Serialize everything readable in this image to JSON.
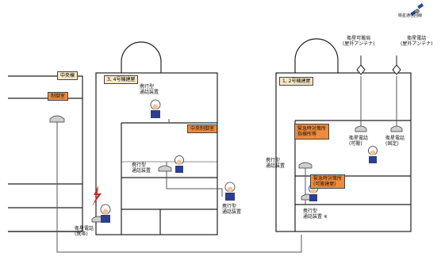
{
  "diagram": {
    "labels": {
      "central_bldg": "中央棟",
      "control_room": "制御室",
      "bldg_34": "3, 4号機建屋",
      "bldg_12": "1, 2号機建屋",
      "control_room_34": "中央制御室",
      "control_room_12": "緊急時対策所\n指揮所等",
      "satellite": "衛星通信回線",
      "sat_phone_mobile_antenna": "衛星可搬局\n(屋外アンテナ)",
      "sat_phone_antenna": "衛星電話\n(屋外アンテナ)",
      "sat_phone_mobile": "衛星電話\n(可搬)",
      "sat_phone_fixed": "衛星電話\n(固定)",
      "portable_comm_1": "携行型\n通話装置",
      "portable_comm_2": "携行型\n通話装置",
      "portable_comm_3": "携行型\n通話装置",
      "portable_comm_4": "携行型\n通話装置",
      "portable_comm_5": "携行型\n通話装置 ※",
      "sat_phone_portable": "衛星電話\n(携帯)",
      "emergency_room": "緊急時対策所\n(可搬建屋)"
    },
    "colors": {
      "tag_beige": "#f7e7c4",
      "tag_orange": "#f08a3c",
      "person_helmet": "#ffffff",
      "person_body": "#2b3f8c",
      "person_face": "#f2c49b",
      "lightning": "#d12a2a",
      "phone": "#cfcfcf",
      "wire": "#555555",
      "wall": "#222222"
    }
  }
}
